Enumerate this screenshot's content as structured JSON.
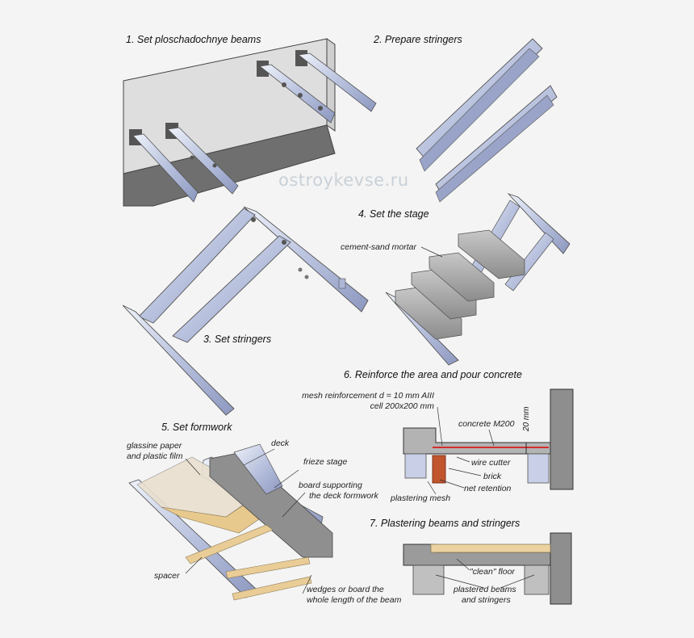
{
  "watermark": "ostroykevse.ru",
  "steps": {
    "s1": "1. Set ploschadochnye beams",
    "s2": "2. Prepare stringers",
    "s3": "3. Set stringers",
    "s4": "4. Set the stage",
    "s5": "5. Set formwork",
    "s6": "6. Reinforce the area and pour concrete",
    "s7": "7. Plastering beams and stringers"
  },
  "labels": {
    "cement_sand_mortar": "cement-sand mortar",
    "mesh_reinforcement_1": "mesh reinforcement d = 10 mm AIII",
    "mesh_reinforcement_2": "cell 200x200 mm",
    "concrete": "concrete M200",
    "dim_20mm": "20 mm",
    "wire_cutter": "wire cutter",
    "brick": "brick",
    "net_retention": "net retention",
    "plastering_mesh": "plastering mesh",
    "glassine_1": "glassine paper",
    "glassine_2": "and plastic film",
    "deck": "deck",
    "frieze_stage": "frieze stage",
    "board_support_1": "board supporting",
    "board_support_2": "the deck formwork",
    "spacer": "spacer",
    "wedges_1": "wedges or board the",
    "wedges_2": "whole length of the beam",
    "clean_floor": "\"clean\" floor",
    "plastered_1": "plastered beams",
    "plastered_2": "and stringers"
  },
  "colors": {
    "steel_light": "#dfe6f3",
    "steel_dark": "#8f9ac2",
    "wall": "#dcdcdc",
    "floor": "#6f6f6f",
    "concrete": "#9b9b9b",
    "wood": "#ecd2a0",
    "rebar": "#d23030"
  }
}
